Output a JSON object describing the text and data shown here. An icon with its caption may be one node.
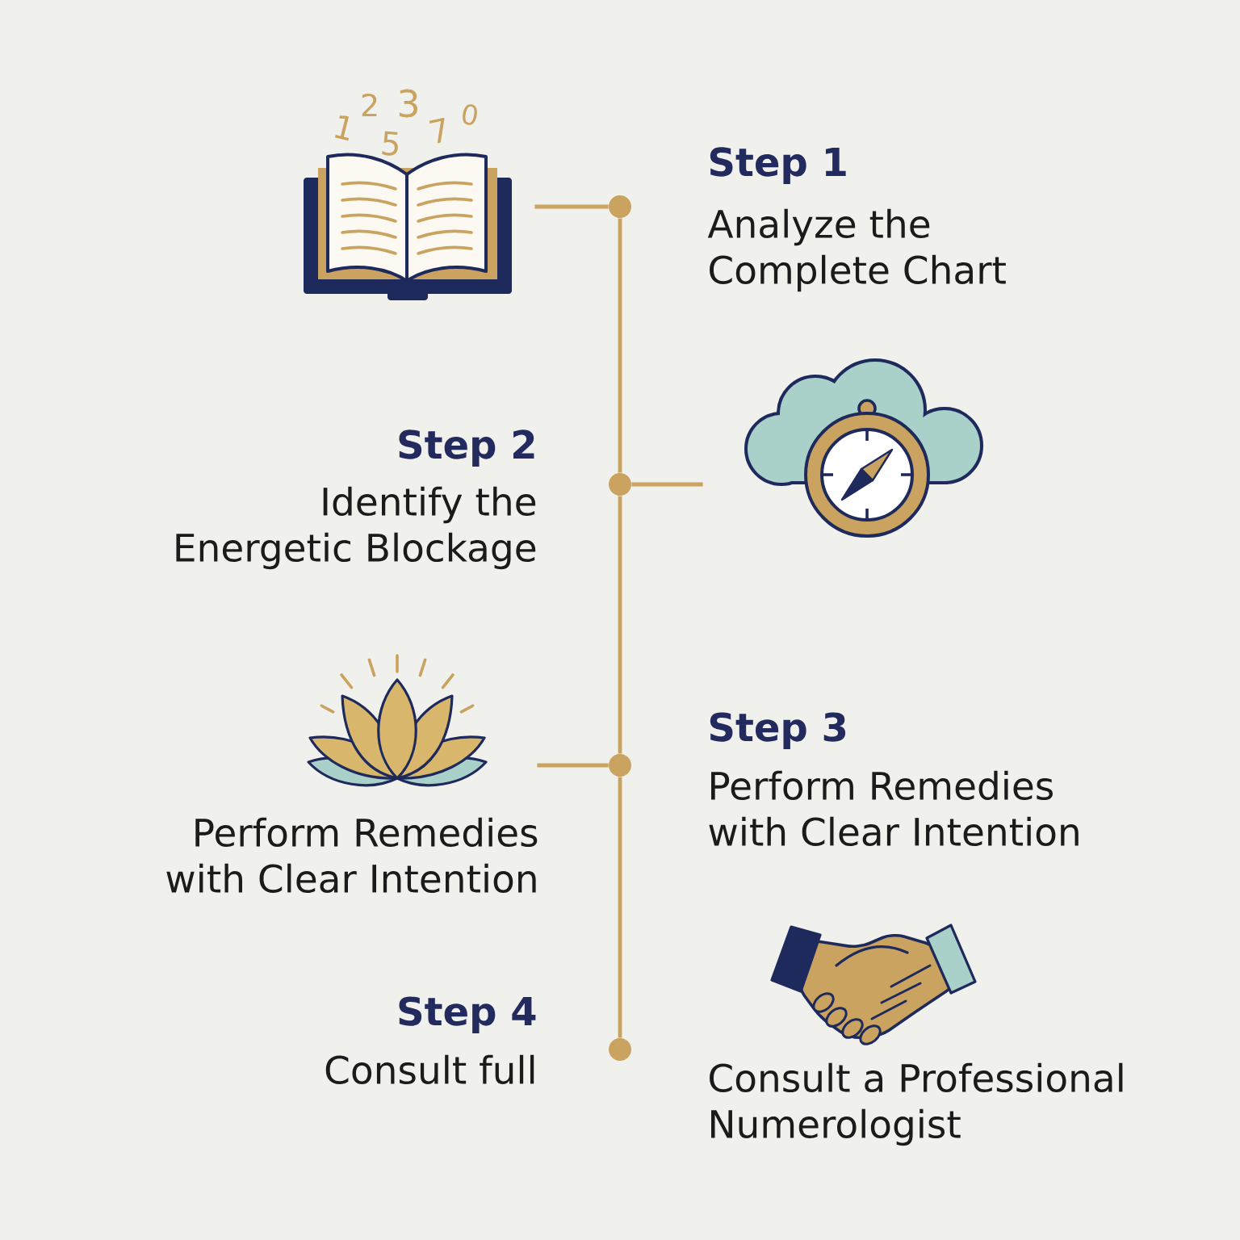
{
  "diagram": {
    "nodes": [
      {
        "text": [],
        "shape": "picture"
      },
      {
        "text": [],
        "shape": "circle",
        "beside": [
          "Step 1",
          "Analyze the Complete Chart"
        ]
      },
      {
        "text": [],
        "shape": "picture"
      },
      {
        "text": [],
        "shape": "circle",
        "beside": [
          "Step 2",
          "Identify the Energetic Blockage"
        ]
      },
      {
        "text": [],
        "shape": "picture",
        "beside": [
          "Perform Remedies with Clear Intention"
        ]
      },
      {
        "text": [],
        "shape": "circle",
        "beside": [
          "Step 3",
          "Perform Remedies with Clear Intention"
        ]
      },
      {
        "text": [],
        "shape": "circle",
        "beside": [
          "Step 4",
          "Consult full"
        ]
      },
      {
        "text": [],
        "shape": "picture",
        "beside": [
          "Consult a Professional Numerologist"
        ]
      }
    ],
    "edges": [
      {
        "from": 0,
        "to": 1,
        "arrow": "none"
      },
      {
        "from": 1,
        "to": 3,
        "arrow": "none"
      },
      {
        "from": 3,
        "to": 2,
        "arrow": "none"
      },
      {
        "from": 3,
        "to": 5,
        "arrow": "none"
      },
      {
        "from": 4,
        "to": 5,
        "arrow": "none"
      },
      {
        "from": 5,
        "to": 6,
        "arrow": "none"
      }
    ],
    "labels": [
      "1",
      "2",
      "5",
      "3",
      "7",
      "0"
    ]
  }
}
